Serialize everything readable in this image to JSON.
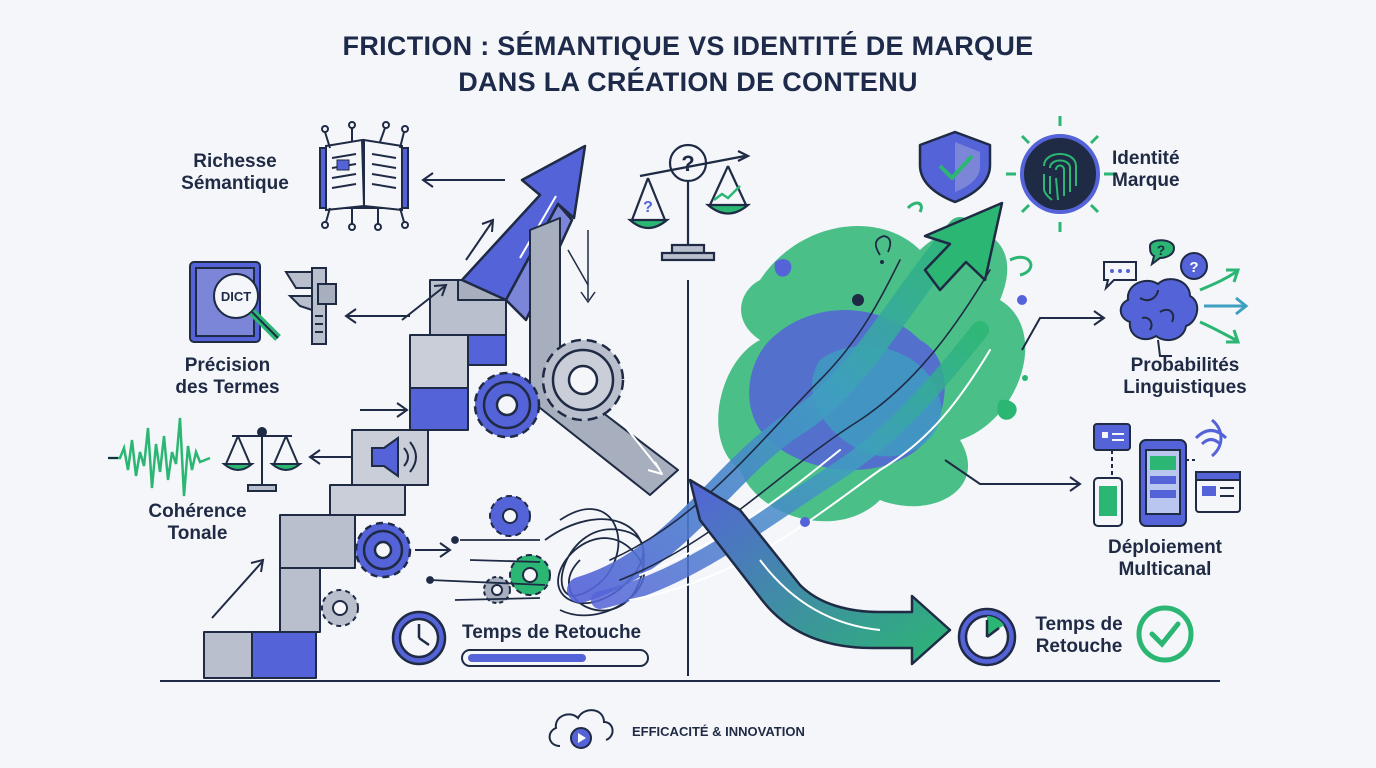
{
  "header": {
    "title_line1": "FRICTION : SÉMANTIQUE VS IDENTITÉ DE MARQUE",
    "title_line2": "DANS LA CRÉATION DE CONTENU"
  },
  "left_labels": {
    "richesse_1": "Richesse",
    "richesse_2": "Sémantique",
    "precision_1": "Précision",
    "precision_2": "des Termes",
    "coherence_1": "Cohérence",
    "coherence_2": "Tonale",
    "dict_text": "DICT"
  },
  "right_labels": {
    "identite_1": "Identité",
    "identite_2": "Marque",
    "proba_1": "Probabilités",
    "proba_2": "Linguistiques",
    "deploiement_1": "Déploiement",
    "deploiement_2": "Multicanal"
  },
  "bottom": {
    "retouche_left": "Temps de Retouche",
    "retouche_right_1": "Temps de",
    "retouche_right_2": "Retouche",
    "footer": "EFFICACITÉ & INNOVATION"
  },
  "colors": {
    "navy": "#1f2a44",
    "blue": "#5563d8",
    "green": "#2bb673",
    "grey": "#b9bfcc"
  }
}
